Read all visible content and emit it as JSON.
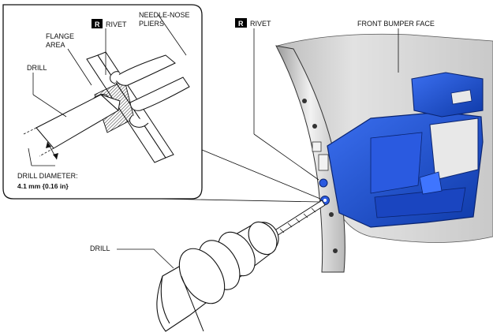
{
  "labels": {
    "inset_rivet_badge": "R",
    "inset_rivet": "RIVET",
    "needle_nose_line1": "NEEDLE-NOSE",
    "needle_nose_line2": "PLIERS",
    "flange_line1": "FLANGE",
    "flange_line2": "AREA",
    "inset_drill": "DRILL",
    "drill_diameter": "DRILL DIAMETER:",
    "drill_diameter_value": "4.1 mm {0.16 in}",
    "main_rivet_badge": "R",
    "main_rivet": "RIVET",
    "front_bumper_face": "FRONT BUMPER FACE",
    "main_drill": "DRILL"
  },
  "colors": {
    "bracket_blue": "#1f4fc8",
    "bracket_dark": "#0d2f8a",
    "bumper_gray": "#d3d3d3",
    "badge_black": "#000000"
  }
}
